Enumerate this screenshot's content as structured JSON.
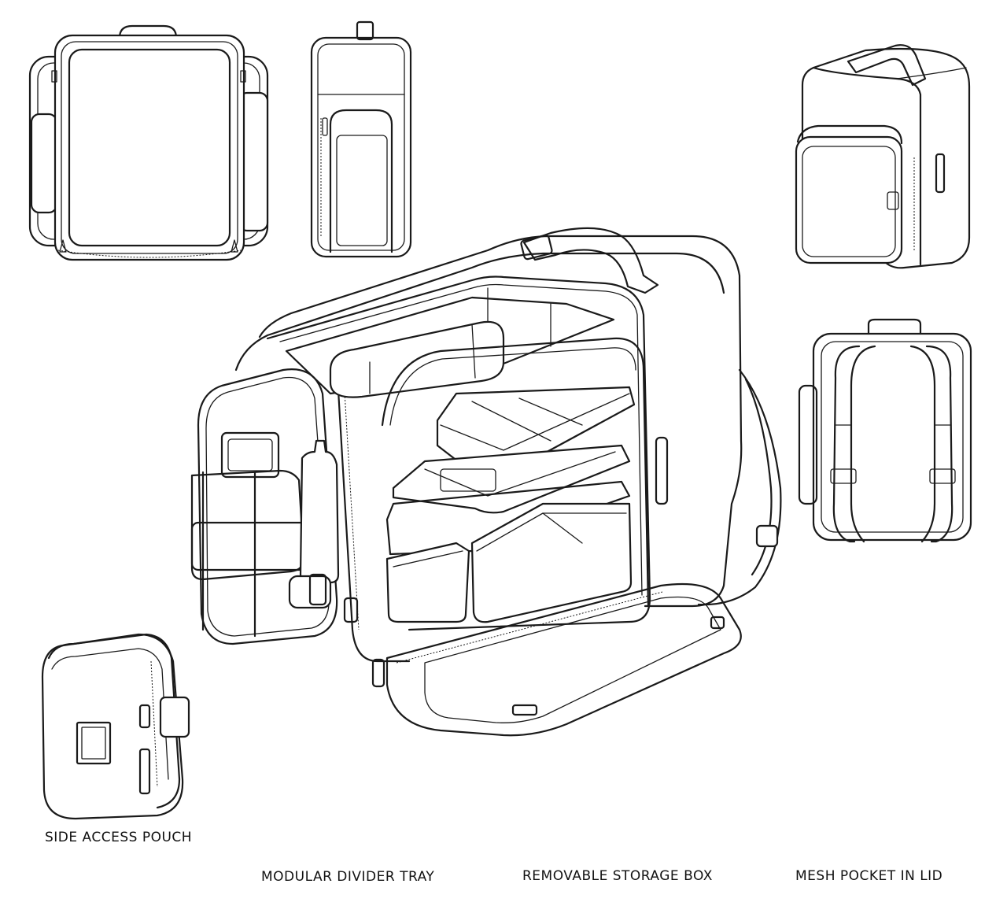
{
  "labels": {
    "side_access_pouch": "SIDE ACCESS POUCH",
    "modular_divider_tray": "MODULAR DIVIDER TRAY",
    "removable_storage_box": "REMOVABLE STORAGE BOX",
    "mesh_pocket_in_lid": "MESH POCKET IN LID"
  },
  "colors": {
    "background": "#ffffff",
    "line": "#1a1a1a"
  }
}
